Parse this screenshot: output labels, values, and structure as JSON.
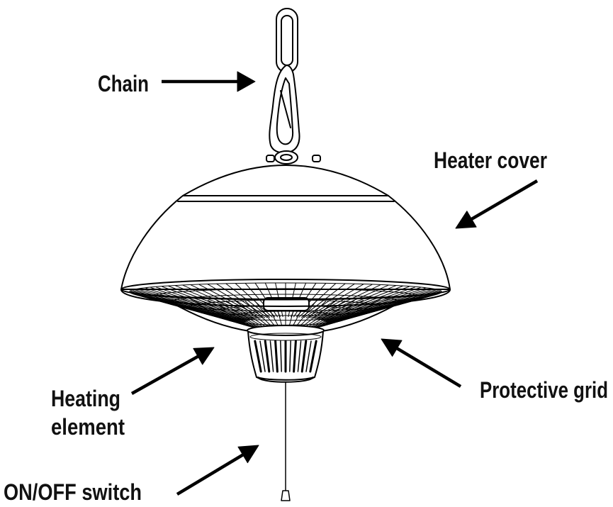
{
  "labels": {
    "chain": "Chain",
    "heater_cover": "Heater cover",
    "heating_element": {
      "line1": "Heating",
      "line2": "element"
    },
    "protective_grid": "Protective grid",
    "on_off_switch": "ON/OFF switch"
  },
  "colors": {
    "line": "#000000",
    "background": "#ffffff"
  }
}
